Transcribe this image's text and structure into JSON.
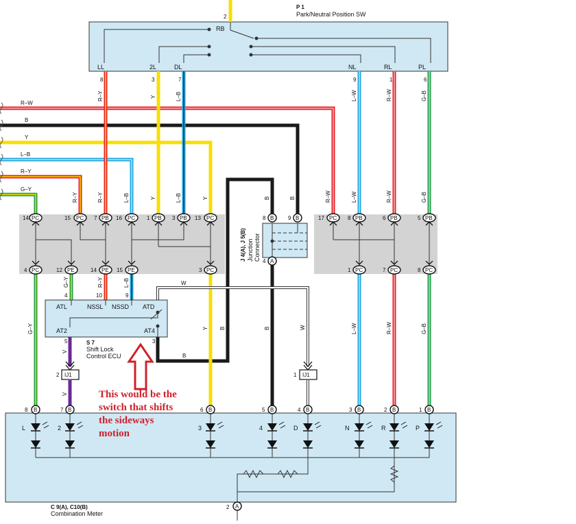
{
  "colors": {
    "red": "#e8202a",
    "yellow": "#f7df00",
    "blue": "#1ea8e0",
    "green": "#1fa04a",
    "black": "#1a1a1a",
    "purple": "#6a2a9a",
    "white": "#ffffff",
    "box": "#cfe8f4",
    "gray": "#d3d3d3",
    "annotation": "#d0202a"
  },
  "p1": {
    "id": "P 1",
    "name": "Park/Neutral Position SW",
    "top_pin": "2",
    "rb": "RB",
    "terminals": [
      "LL",
      "2L",
      "DL",
      "NL",
      "RL",
      "PL"
    ],
    "pins": [
      "8",
      "3",
      "7",
      "9",
      "1",
      "6"
    ]
  },
  "left_wires": [
    "R–W",
    "B",
    "Y",
    "L–B",
    "R–Y",
    "G–Y"
  ],
  "wire_codes": {
    "ll": "R–Y",
    "l2": "Y",
    "dl": "L–B",
    "nl": "L–W",
    "rl": "R–W",
    "pl": "G–B"
  },
  "junction": {
    "name1": "J 4(A), J 5(B)",
    "name2": "Junction",
    "name3": "Connector",
    "top_pins": [
      {
        "n": "14",
        "c": "PC"
      },
      {
        "n": "15",
        "c": "PC"
      },
      {
        "n": "7",
        "c": "PB"
      },
      {
        "n": "16",
        "c": "PC"
      },
      {
        "n": "1",
        "c": "PB"
      },
      {
        "n": "3",
        "c": "PB"
      },
      {
        "n": "13",
        "c": "PC"
      },
      {
        "n": "8",
        "c": "B"
      },
      {
        "n": "9",
        "c": "B"
      },
      {
        "n": "17",
        "c": "PC"
      },
      {
        "n": "8",
        "c": "PB"
      },
      {
        "n": "6",
        "c": "PB"
      },
      {
        "n": "5",
        "c": "PB"
      }
    ],
    "top_wire_codes": [
      "R–Y",
      "R–Y",
      "L–B",
      "Y",
      "L–B",
      "Y",
      "B",
      "B",
      "R–W",
      "L–W",
      "R–W",
      "G–B"
    ],
    "bottom_pins": [
      {
        "n": "4",
        "c": "PC"
      },
      {
        "n": "12",
        "c": "PE"
      },
      {
        "n": "14",
        "c": "PE"
      },
      {
        "n": "15",
        "c": "PE"
      },
      {
        "n": "3",
        "c": "PC"
      },
      {
        "n": "4",
        "c": "A"
      },
      {
        "n": "1",
        "c": "PC"
      },
      {
        "n": "7",
        "c": "PC"
      },
      {
        "n": "8",
        "c": "PC"
      }
    ]
  },
  "s7": {
    "id": "S 7",
    "name1": "Shift Lock",
    "name2": "Control ECU",
    "terms": [
      "ATL",
      "NSSL",
      "NSSD",
      "ATD",
      "AT2",
      "AT4"
    ],
    "pins": [
      "4",
      "10",
      "9",
      "5",
      "3"
    ],
    "w_label": "W"
  },
  "mid_codes": {
    "gy_left": "G–Y",
    "gy_drop": "G–Y",
    "ry_drop": "R–Y",
    "lb_drop": "L–B",
    "y_down": "Y",
    "b_right": "B",
    "b_bottom": "B",
    "b_down": "B",
    "w_down": "W",
    "w_down2": "W",
    "lw": "L–W",
    "rw": "R–W",
    "gb": "G–B",
    "v1": "V",
    "v2": "V"
  },
  "ij1": {
    "label": "IJ1",
    "pin_left": "2",
    "pin_right": "1"
  },
  "meter": {
    "id": "C 9(A), C10(B)",
    "name": "Combination Meter",
    "pins": [
      {
        "n": "8",
        "c": "B"
      },
      {
        "n": "7",
        "c": "B"
      },
      {
        "n": "6",
        "c": "B"
      },
      {
        "n": "5",
        "c": "B"
      },
      {
        "n": "4",
        "c": "B"
      },
      {
        "n": "3",
        "c": "B"
      },
      {
        "n": "2",
        "c": "B"
      },
      {
        "n": "1",
        "c": "B"
      }
    ],
    "leds": [
      "L",
      "2",
      "3",
      "4",
      "D",
      "N",
      "R",
      "P"
    ],
    "bottom_pin": {
      "n": "2",
      "c": "A"
    }
  },
  "annotation": {
    "line1": "This would be the",
    "line2": "switch that shifts",
    "line3": "the sideways",
    "line4": "motion"
  }
}
